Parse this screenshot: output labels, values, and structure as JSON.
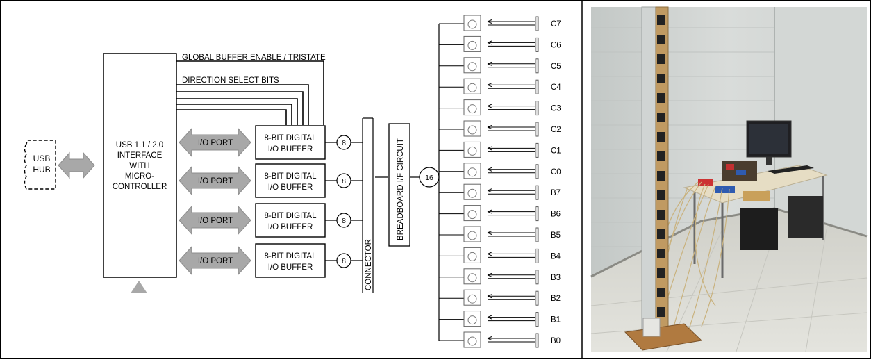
{
  "diagram": {
    "usb_hub": [
      "USB",
      "HUB"
    ],
    "controller": [
      "USB 1.1 / 2.0",
      "INTERFACE",
      "WITH",
      "MICRO-",
      "CONTROLLER"
    ],
    "global_buffer_label": "GLOBAL BUFFER ENABLE / TRISTATE",
    "direction_select_label": "DIRECTION SELECT BITS",
    "io_port_label": "I/O PORT",
    "buffer_label": [
      "8-BIT DIGITAL",
      "I/O BUFFER"
    ],
    "bus_width": "8",
    "connector_label": "CONNECTOR",
    "breadboard_label": "BREADBOARD I/F CIRCUIT",
    "bus_total": "16",
    "channels": [
      "C7",
      "C6",
      "C5",
      "C4",
      "C3",
      "C2",
      "C1",
      "C0",
      "B7",
      "B6",
      "B5",
      "B4",
      "B3",
      "B2",
      "B1",
      "B0"
    ]
  },
  "photo": {
    "subject": "vertical wooden post with sensor array beside a desk with computer monitor",
    "colors": {
      "wall": "#d2d6d4",
      "floor": "#d8d8d2",
      "post": "#c09a62",
      "desk": "#e6ddc4"
    }
  }
}
